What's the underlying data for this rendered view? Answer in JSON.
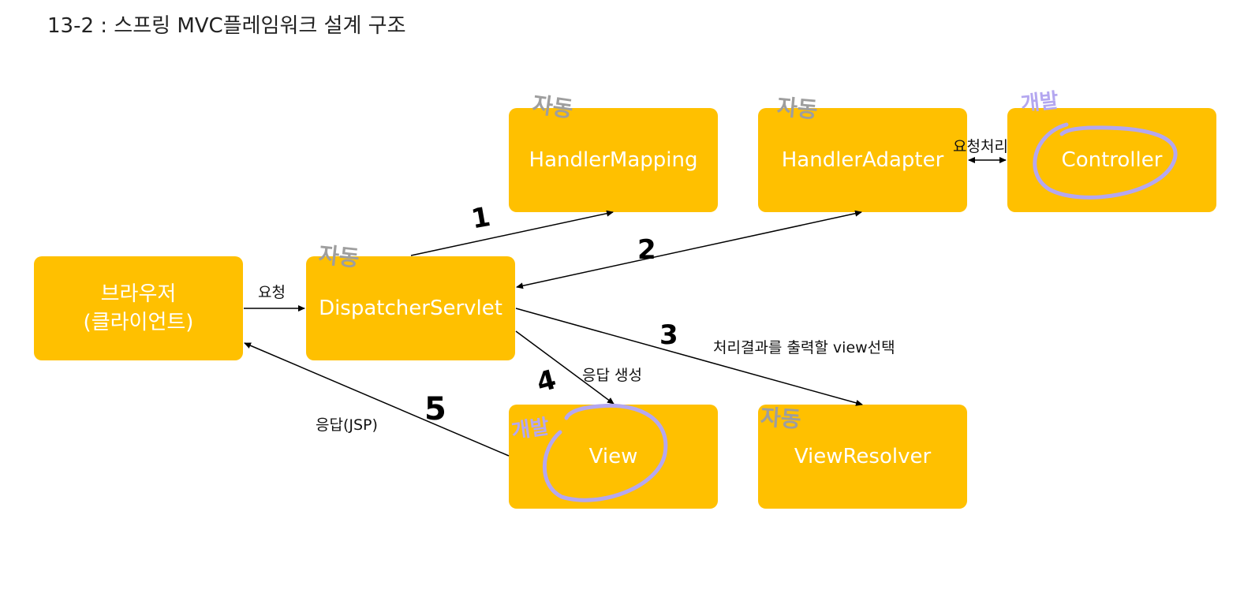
{
  "title": "13-2 : 스프링 MVC플레임워크 설계 구조",
  "boxes": {
    "browser": "브라우저\n(클라이언트)",
    "dispatcher": "DispatcherServlet",
    "handler_mapping": "HandlerMapping",
    "handler_adapter": "HandlerAdapter",
    "controller": "Controller",
    "view": "View",
    "view_resolver": "ViewResolver"
  },
  "edge_labels": {
    "request": "요청",
    "request_process": "요청처리",
    "result_view_select": "처리결과를 출력할 view선택",
    "create_response": "응답 생성",
    "response_jsp": "응답(JSP)"
  },
  "annotations": {
    "step1": "1",
    "step2": "2",
    "step3": "3",
    "step4": "4",
    "step5": "5",
    "auto": "자동",
    "dev": "개발"
  },
  "colors": {
    "box": "#FFC000",
    "box_text": "#FFFFFF",
    "handwriting_gray": "#9E9E9E",
    "handwriting_purple": "#B4A7F0",
    "arrow": "#000000"
  }
}
